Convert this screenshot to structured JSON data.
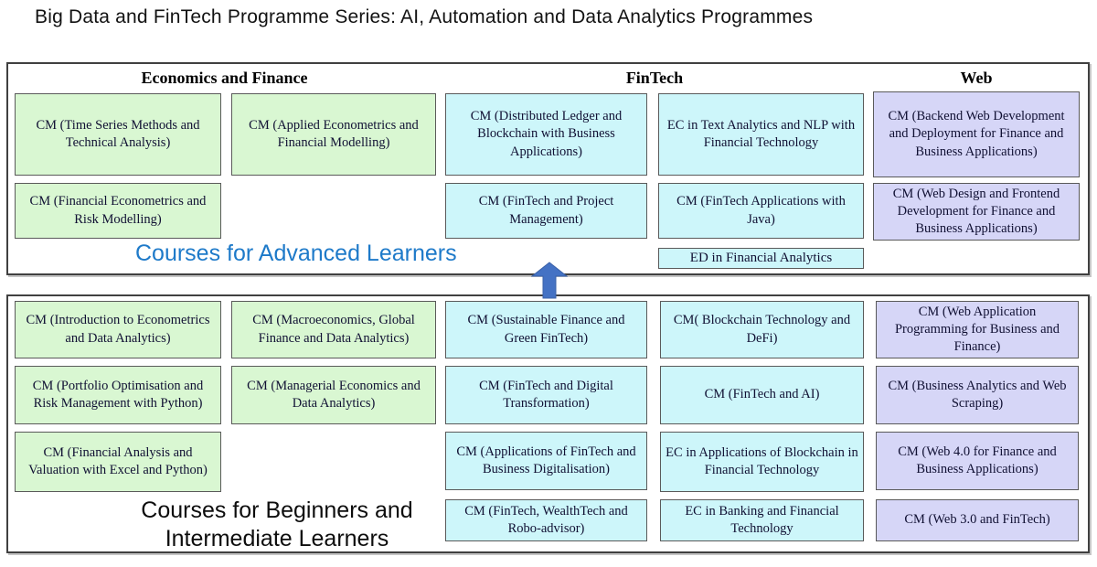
{
  "page_title": "Big Data and FinTech Programme Series: AI, Automation and Data Analytics Programmes",
  "headers": [
    "Economics and Finance",
    "FinTech",
    "Web"
  ],
  "advanced": {
    "label": "Courses for Advanced Learners",
    "econ": [
      "CM (Time Series Methods and Technical Analysis)",
      "CM (Applied Econometrics and Financial Modelling)",
      "CM (Financial Econometrics and Risk Modelling)"
    ],
    "fintech": [
      "CM (Distributed Ledger and Blockchain with Business Applications)",
      "EC in Text Analytics and NLP with Financial Technology",
      "CM (FinTech and Project Management)",
      "CM (FinTech Applications with Java)",
      "ED in Financial Analytics"
    ],
    "web": [
      "CM (Backend Web Development and Deployment for Finance and Business Applications)",
      "CM (Web Design and Frontend Development for Finance and Business Applications)"
    ]
  },
  "beginner": {
    "label": "Courses for Beginners and Intermediate Learners",
    "econ": [
      "CM (Introduction to Econometrics and Data Analytics)",
      "CM (Macroeconomics, Global Finance and Data Analytics)",
      "CM (Portfolio Optimisation and Risk Management with Python)",
      "CM (Managerial Economics and Data Analytics)",
      "CM (Financial Analysis and Valuation with Excel and Python)"
    ],
    "fintech": [
      "CM (Sustainable Finance and Green FinTech)",
      "CM( Blockchain Technology and DeFi)",
      "CM (FinTech and Digital Transformation)",
      "CM (FinTech and AI)",
      "CM (Applications of FinTech and Business Digitalisation)",
      "EC in Applications of Blockchain in Financial Technology",
      "CM (FinTech, WealthTech and Robo-advisor)",
      "EC in Banking and Financial Technology"
    ],
    "web": [
      "CM (Web Application Programming for Business and Finance)",
      "CM (Business Analytics and Web Scraping)",
      "CM (Web 4.0 for Finance and Business Applications)",
      "CM (Web 3.0 and FinTech)"
    ]
  },
  "colors": {
    "box_green": "#d9f7d2",
    "box_cyan": "#cdf6fa",
    "box_purple": "#d6d6f7",
    "advanced_label_blue": "#1e7ac9",
    "arrow_blue": "#4472c4"
  }
}
